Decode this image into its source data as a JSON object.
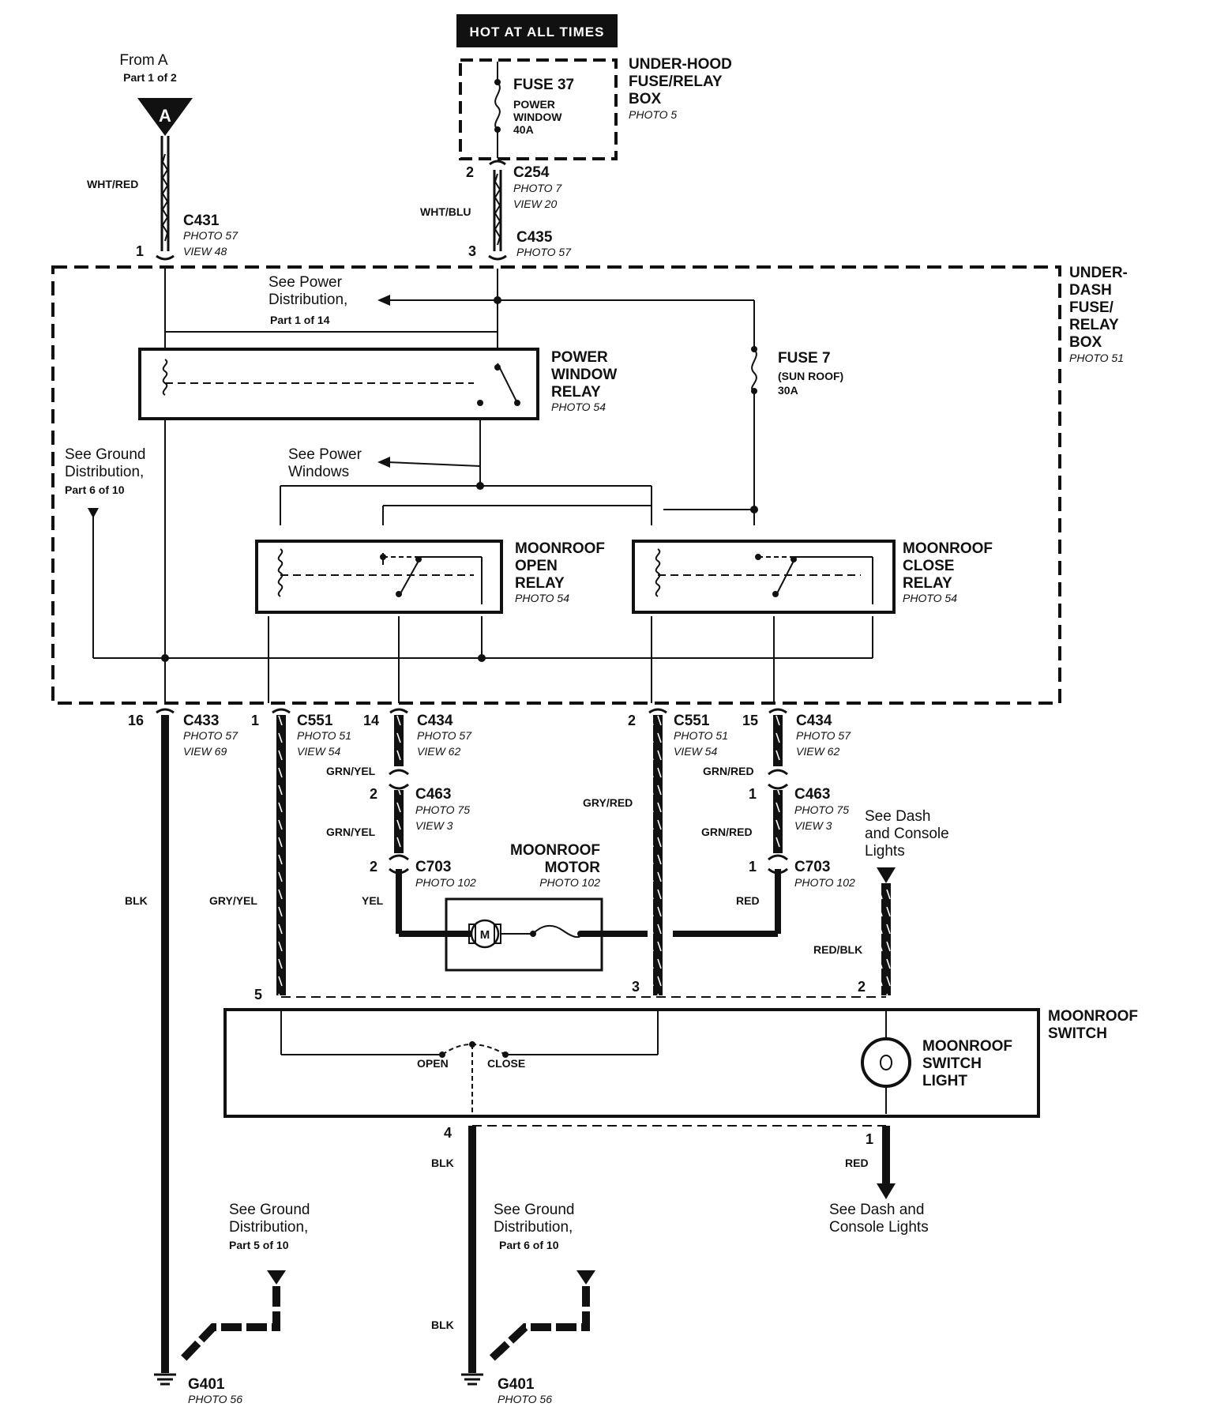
{
  "header": {
    "hot_label": "HOT AT ALL TIMES"
  },
  "from_a": {
    "line1": "From A",
    "line2": "Part 1 of 2",
    "letter": "A"
  },
  "underhood": {
    "line1": "UNDER-HOOD",
    "line2": "FUSE/RELAY",
    "line3": "BOX",
    "photo": "PHOTO 5"
  },
  "fuse37": {
    "name": "FUSE 37",
    "d1": "POWER",
    "d2": "WINDOW",
    "d3": "40A"
  },
  "c254": {
    "pin": "2",
    "name": "C254",
    "photo": "PHOTO 7",
    "view": "VIEW 20"
  },
  "c431": {
    "pin": "1",
    "name": "C431",
    "photo": "PHOTO 57",
    "view": "VIEW 48",
    "wire": "WHT/RED"
  },
  "c435": {
    "pin": "3",
    "name": "C435",
    "photo": "PHOTO 57",
    "wire": "WHT/BLU"
  },
  "underdash": {
    "l1": "UNDER-",
    "l2": "DASH",
    "l3": "FUSE/",
    "l4": "RELAY",
    "l5": "BOX",
    "photo": "PHOTO 51"
  },
  "see_power_dist": {
    "l1": "See Power",
    "l2": "Distribution,",
    "l3": "Part 1 of 14"
  },
  "power_window_relay": {
    "l1": "POWER",
    "l2": "WINDOW",
    "l3": "RELAY",
    "photo": "PHOTO 54"
  },
  "fuse7": {
    "name": "FUSE 7",
    "d1": "(SUN ROOF)",
    "d2": "30A"
  },
  "see_ground_top": {
    "l1": "See Ground",
    "l2": "Distribution,",
    "l3": "Part 6 of 10"
  },
  "see_power_windows": {
    "l1": "See Power",
    "l2": "Windows"
  },
  "open_relay": {
    "l1": "MOONROOF",
    "l2": "OPEN",
    "l3": "RELAY",
    "photo": "PHOTO 54"
  },
  "close_relay": {
    "l1": "MOONROOF",
    "l2": "CLOSE",
    "l3": "RELAY",
    "photo": "PHOTO 54"
  },
  "c433": {
    "pin": "16",
    "name": "C433",
    "photo": "PHOTO 57",
    "view": "VIEW 69",
    "wire": "BLK"
  },
  "c551a": {
    "pin": "1",
    "name": "C551",
    "photo": "PHOTO 51",
    "view": "VIEW 54",
    "wire": "GRY/YEL"
  },
  "c434a": {
    "pin": "14",
    "name": "C434",
    "photo": "PHOTO 57",
    "view": "VIEW 62",
    "wire": "GRN/YEL"
  },
  "c551b": {
    "pin": "2",
    "name": "C551",
    "photo": "PHOTO 51",
    "view": "VIEW 54",
    "wire": "GRY/RED"
  },
  "c434b": {
    "pin": "15",
    "name": "C434",
    "photo": "PHOTO 57",
    "view": "VIEW 62",
    "wire": "GRN/RED"
  },
  "c463a": {
    "pin": "2",
    "name": "C463",
    "photo": "PHOTO 75",
    "view": "VIEW 3",
    "wire": "GRN/YEL"
  },
  "c463b": {
    "pin": "1",
    "name": "C463",
    "photo": "PHOTO 75",
    "view": "VIEW 3",
    "wire": "GRN/RED"
  },
  "c703a": {
    "pin": "2",
    "name": "C703",
    "photo": "PHOTO 102",
    "wire": "YEL"
  },
  "c703b": {
    "pin": "1",
    "name": "C703",
    "photo": "PHOTO 102",
    "wire": "RED"
  },
  "motor": {
    "l1": "MOONROOF",
    "l2": "MOTOR",
    "photo": "PHOTO 102",
    "symbol": "M"
  },
  "see_dash_top": {
    "l1": "See Dash",
    "l2": "and Console",
    "l3": "Lights",
    "wire": "RED/BLK"
  },
  "switch": {
    "l1": "MOONROOF",
    "l2": "SWITCH",
    "pin5": "5",
    "pin3": "3",
    "pin2": "2",
    "pin4": "4",
    "pin1": "1",
    "open": "OPEN",
    "close": "CLOSE"
  },
  "switch_light": {
    "l1": "MOONROOF",
    "l2": "SWITCH",
    "l3": "LIGHT"
  },
  "sw_wire4": {
    "wire1": "BLK",
    "wire2": "BLK"
  },
  "sw_wire1": {
    "wire": "RED"
  },
  "see_dash_bottom": {
    "l1": "See Dash and",
    "l2": "Console Lights"
  },
  "see_ground_5": {
    "l1": "See Ground",
    "l2": "Distribution,",
    "l3": "Part 5 of 10"
  },
  "see_ground_6": {
    "l1": "See Ground",
    "l2": "Distribution,",
    "l3": "Part 6 of 10"
  },
  "g401a": {
    "name": "G401",
    "photo": "PHOTO 56"
  },
  "g401b": {
    "name": "G401",
    "photo": "PHOTO 56"
  }
}
